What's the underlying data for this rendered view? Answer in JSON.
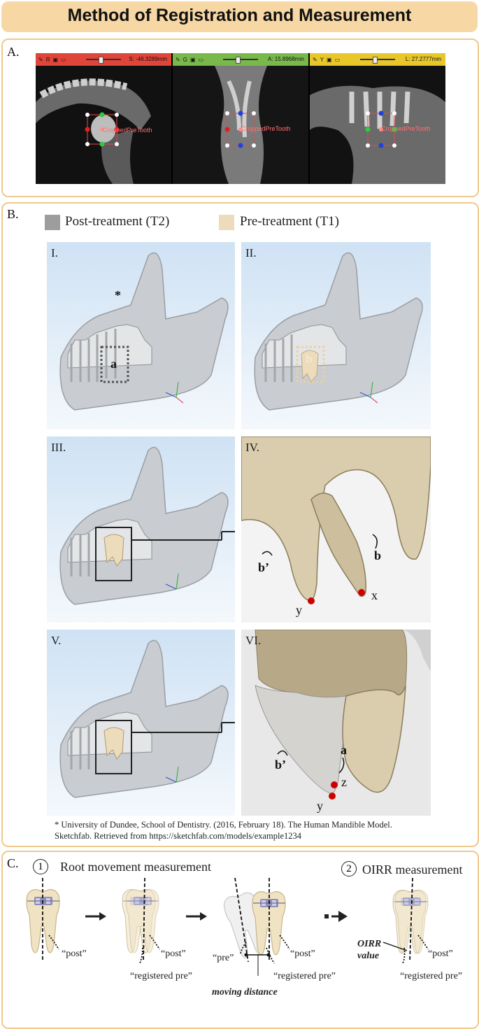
{
  "title": "Method of Registration and Measurement",
  "section_a": {
    "label": "A.",
    "views": [
      {
        "letter": "R",
        "value": "S: -46.3289mm",
        "color": "#e0453a"
      },
      {
        "letter": "G",
        "value": "A: 15.8968mm",
        "color": "#79b94b"
      },
      {
        "letter": "Y",
        "value": "L: 27.2777mm",
        "color": "#e8c72b"
      }
    ],
    "roi_label": "CroppedPreTooth"
  },
  "section_b": {
    "label": "B.",
    "legend": [
      {
        "label": "Post-treatment (T2)",
        "color": "#9d9d9d"
      },
      {
        "label": "Pre-treatment (T1)",
        "color": "#ecdcbc"
      }
    ],
    "panels": {
      "p1": {
        "numeral": "I.",
        "star": "*",
        "box_label": "a"
      },
      "p2": {
        "numeral": "II.",
        "box_label": "b"
      },
      "p3": {
        "numeral": "III."
      },
      "p4": {
        "numeral": "IV.",
        "b_label": "b",
        "bprime_label": "b’",
        "x_label": "x",
        "y_label": "y"
      },
      "p5": {
        "numeral": "V."
      },
      "p6": {
        "numeral": "VI.",
        "a_label": "a",
        "bprime_label": "b’",
        "z_label": "z",
        "y_label": "y"
      }
    },
    "reference": [
      "* University of Dundee, School of Dentistry. (2016, February 18). The Human Mandible Model.",
      "Sketchfab. Retrieved from https://sketchfab.com/models/example1234"
    ]
  },
  "section_c": {
    "label": "C.",
    "step1_num": "1",
    "step1_title": "Root movement measurement",
    "step2_num": "2",
    "step2_title": "OIRR measurement",
    "post": "“post”",
    "registered_pre": "“registered pre”",
    "pre": "“pre”",
    "moving_distance": "moving distance",
    "oirr_1": "OIRR",
    "oirr_2": "value"
  }
}
